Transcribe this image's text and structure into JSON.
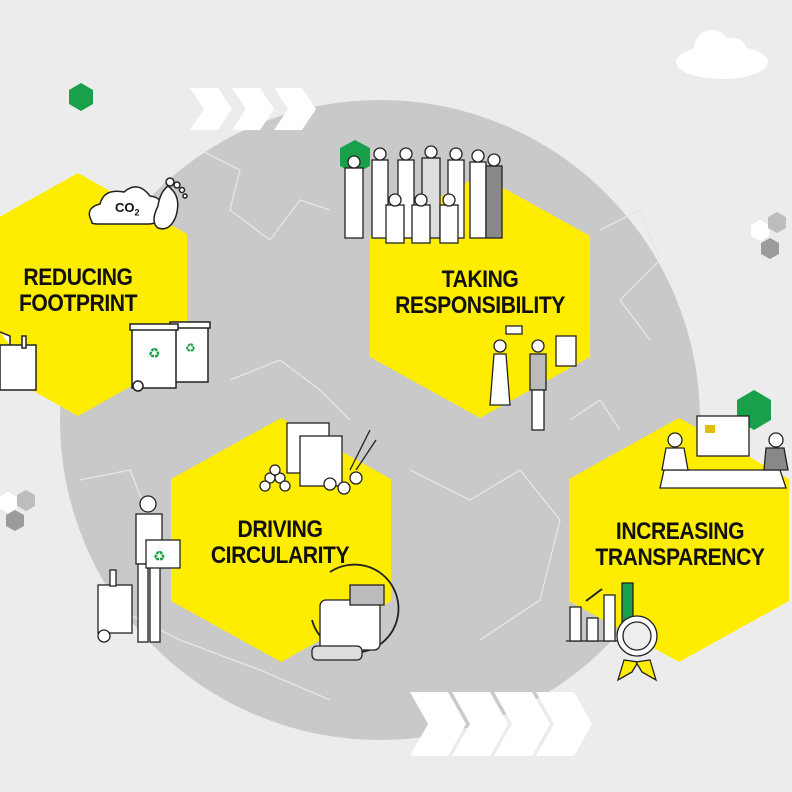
{
  "colors": {
    "background": "#ececec",
    "globe": "#c9c9c9",
    "yellow": "#ffed00",
    "green": "#18a14a",
    "grey_hex": "#9b9b9b"
  },
  "pillars": [
    {
      "line1": "REDUCING",
      "line2": "FOOTPRINT",
      "icon": "co2-footprint-recycling-bins-icon"
    },
    {
      "line1": "TAKING",
      "line2": "RESPONSIBILITY",
      "icon": "team-handshake-icon"
    },
    {
      "line1": "DRIVING",
      "line2": "CIRCULARITY",
      "icon": "materials-recycling-machine-icon"
    },
    {
      "line1": "INCREASING",
      "line2": "TRANSPARENCY",
      "icon": "meeting-chart-award-icon"
    }
  ],
  "co2_label": "CO",
  "co2_sub": "2"
}
